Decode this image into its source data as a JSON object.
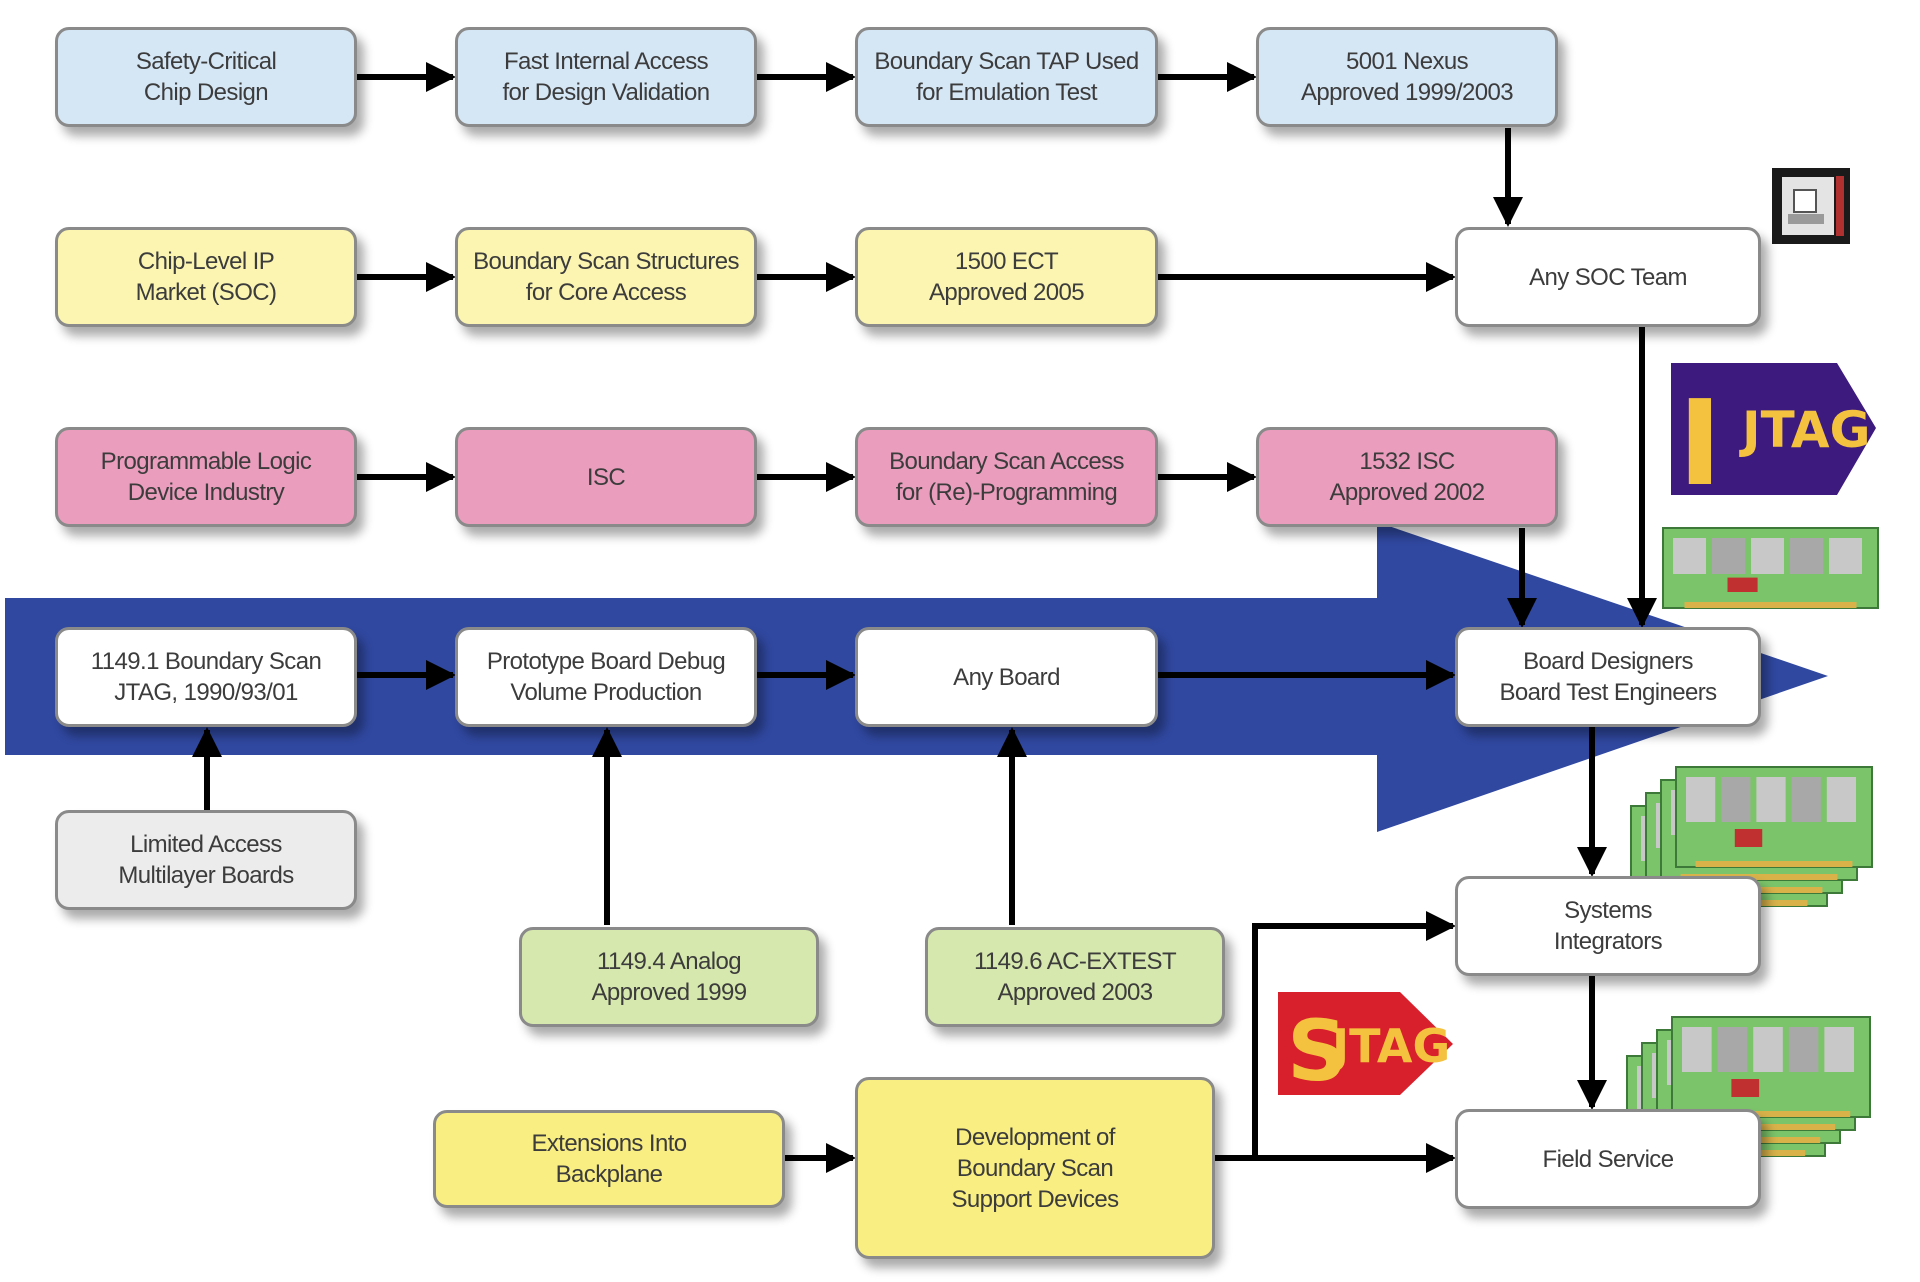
{
  "colors": {
    "big_arrow": "#3048a0",
    "connector": "#000000",
    "safety_row": "#d5e6f5",
    "soc_row": "#fbf5b1",
    "pld_row": "#ea9dbc",
    "board_row": "#ffffff",
    "standards_below": "#d6e8ad",
    "support_devices": "#f9ee82",
    "ijtag_badge": "#3c1a7e",
    "sjtag_badge": "#d8202c",
    "badge_letters": "#f4c23e",
    "board_green": "#7cc46a"
  },
  "rows": {
    "safety": {
      "chip_design": "Safety-Critical\nChip Design",
      "fast_access": "Fast Internal Access\nfor Design Validation",
      "tap_emulation": "Boundary Scan TAP Used\nfor Emulation Test",
      "nexus": "5001 Nexus\nApproved 1999/2003"
    },
    "soc": {
      "ip_market": "Chip-Level IP\nMarket (SOC)",
      "core_access": "Boundary Scan Structures\nfor Core Access",
      "ect": "1500 ECT\nApproved 2005",
      "soc_team": "Any SOC Team"
    },
    "pld": {
      "pld_industry": "Programmable Logic\nDevice Industry",
      "isc": "ISC",
      "reprogramming": "Boundary Scan Access\nfor (Re)-Programming",
      "isc_standard": "1532 ISC\nApproved 2002"
    },
    "board": {
      "jtag": "1149.1 Boundary Scan\nJTAG, 1990/93/01",
      "prototype": "Prototype Board Debug\nVolume Production",
      "any_board": "Any Board",
      "designers": "Board Designers\nBoard Test Engineers"
    }
  },
  "inputs": {
    "multilayer": "Limited Access\nMultilayer Boards",
    "analog": "1149.4 Analog\nApproved 1999",
    "ac_extest": "1149.6 AC-EXTEST\nApproved 2003",
    "backplane": "Extensions Into\nBackplane",
    "support_devices": "Development of\nBoundary Scan\nSupport Devices"
  },
  "outputs": {
    "integrators": "Systems\nIntegrators",
    "field_service": "Field Service"
  },
  "badges": {
    "ijtag": {
      "initial": "I",
      "rest": "JTAG"
    },
    "sjtag": {
      "initial": "S",
      "rest": "JTAG"
    }
  },
  "icons": [
    "chip-icon",
    "circuit-board-icon",
    "stacked-boards-icon"
  ]
}
